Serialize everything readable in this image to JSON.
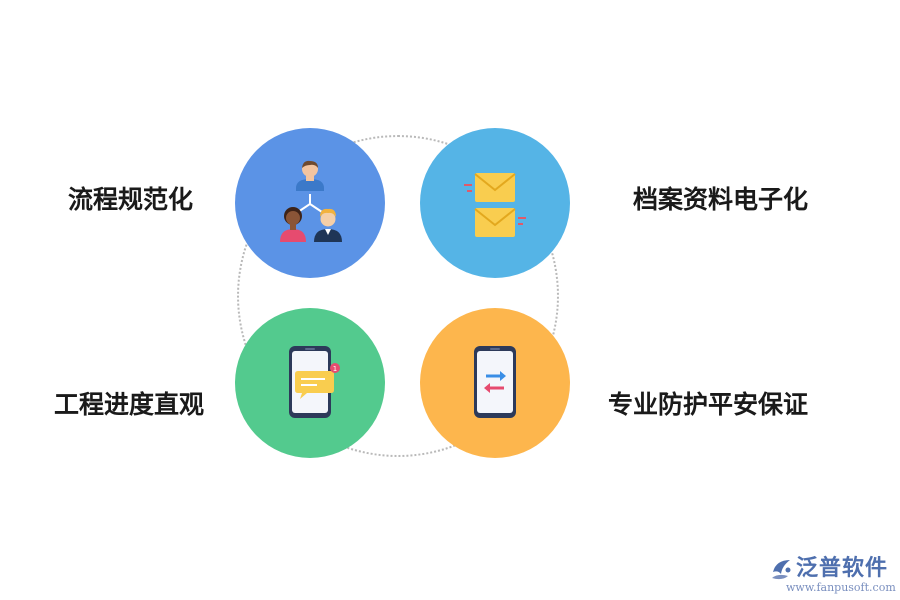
{
  "features": {
    "top_left": {
      "label": "流程规范化",
      "color": "#5b93e6",
      "icon": "people-hierarchy-icon"
    },
    "top_right": {
      "label": "档案资料电子化",
      "color": "#55b4e6",
      "icon": "envelopes-icon"
    },
    "bottom_left": {
      "label": "工程进度直观",
      "color": "#53ca8e",
      "icon": "phone-message-icon"
    },
    "bottom_right": {
      "label": "专业防护平安保证",
      "color": "#fdb64d",
      "icon": "phone-transfer-icon"
    }
  },
  "brand": {
    "name": "泛普软件",
    "url": "www.fanpusoft.com",
    "color": "#4e6fae",
    "icon": "fanpu-logo-icon"
  }
}
